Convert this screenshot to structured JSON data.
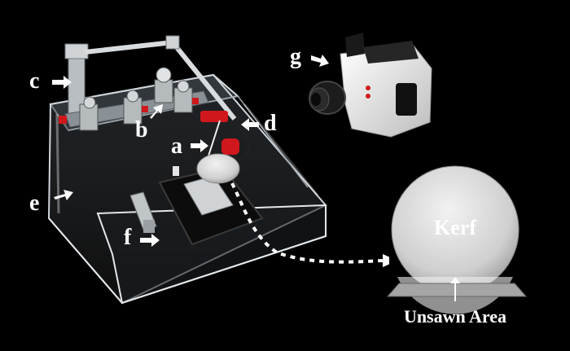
{
  "labels": {
    "a": "a",
    "b": "b",
    "c": "c",
    "d": "d",
    "e": "e",
    "f": "f",
    "g": "g"
  },
  "inset": {
    "kerf": "Kerf",
    "unsawn": "Unsawn Area"
  },
  "colors": {
    "background": "#000000",
    "acrylic": "#cfd6dc",
    "clamp_red": "#d0181c",
    "camera_body": "#e9e9e9",
    "wafer": "#d9d9d9",
    "label": "#ffffff"
  }
}
